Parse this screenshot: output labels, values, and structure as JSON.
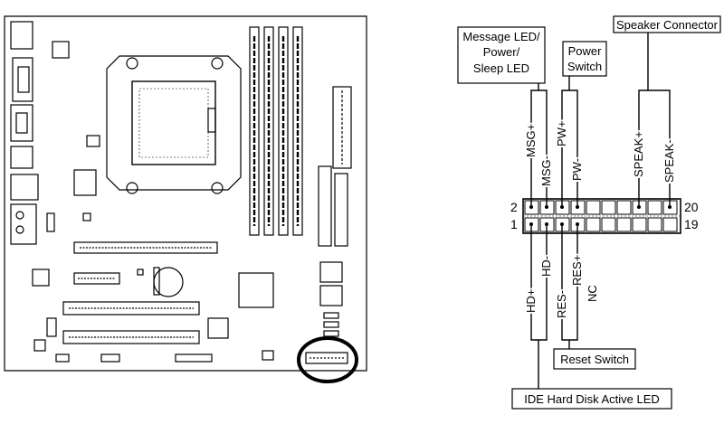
{
  "figure": {
    "group_labels": {
      "message_led": [
        "Message LED/",
        "Power/",
        "Sleep LED"
      ],
      "power_switch": [
        "Power",
        "Switch"
      ],
      "speaker_connector": "Speaker Connector",
      "reset_switch": "Reset Switch",
      "ide_hdd_led": "IDE Hard Disk Active LED"
    },
    "pin_labels_top": [
      "MSG+",
      "MSG-",
      "PW+",
      "PW-",
      "SPEAK+",
      "SPEAK-"
    ],
    "pin_labels_bottom": [
      "HD+",
      "HD-",
      "RES-",
      "RES+",
      "NC"
    ],
    "pin_numbers": {
      "top_left": "2",
      "bottom_left": "1",
      "top_right": "20",
      "bottom_right": "19"
    },
    "highlight": "F_PANEL header location circled on motherboard",
    "colors": {
      "line": "#000000",
      "background": "#ffffff"
    }
  }
}
